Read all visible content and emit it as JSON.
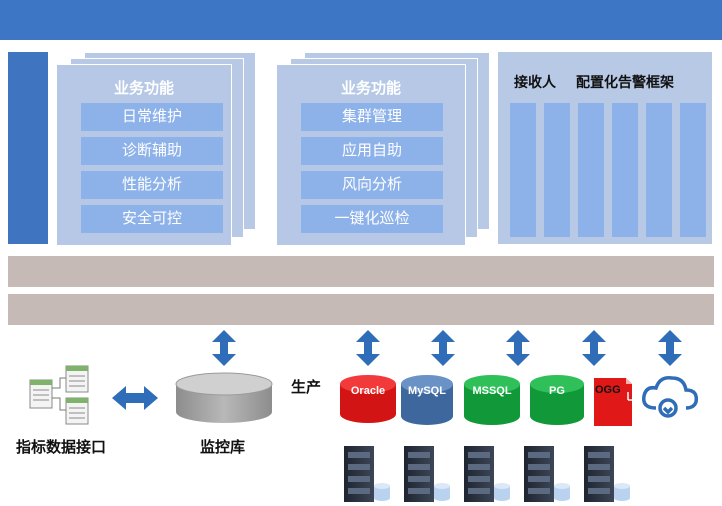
{
  "panel_a": {
    "title": "业务功能",
    "items": [
      "日常维护",
      "诊断辅助",
      "性能分析",
      "安全可控"
    ]
  },
  "panel_b": {
    "title": "业务功能",
    "items": [
      "集群管理",
      "应用自助",
      "风向分析",
      "一键化巡检"
    ]
  },
  "panel_c": {
    "title_left": "接收人",
    "title_right": "配置化告警框架"
  },
  "bottom": {
    "interface_label": "指标数据接口",
    "monitor_db_label": "监控库",
    "production_label": "生产",
    "databases": [
      "Oracle",
      "MySQL",
      "MSSQL",
      "PG",
      "OGG"
    ]
  },
  "colors": {
    "header_blue": "#3c76c4",
    "panel_light": "#b6c8e6",
    "item_blue": "#8db2ea",
    "band_gray": "#c6bab6",
    "arrow_blue": "#2f6db8",
    "oracle_red": "#e01818",
    "mysql_blue": "#4a72a8",
    "green": "#13a83c"
  }
}
